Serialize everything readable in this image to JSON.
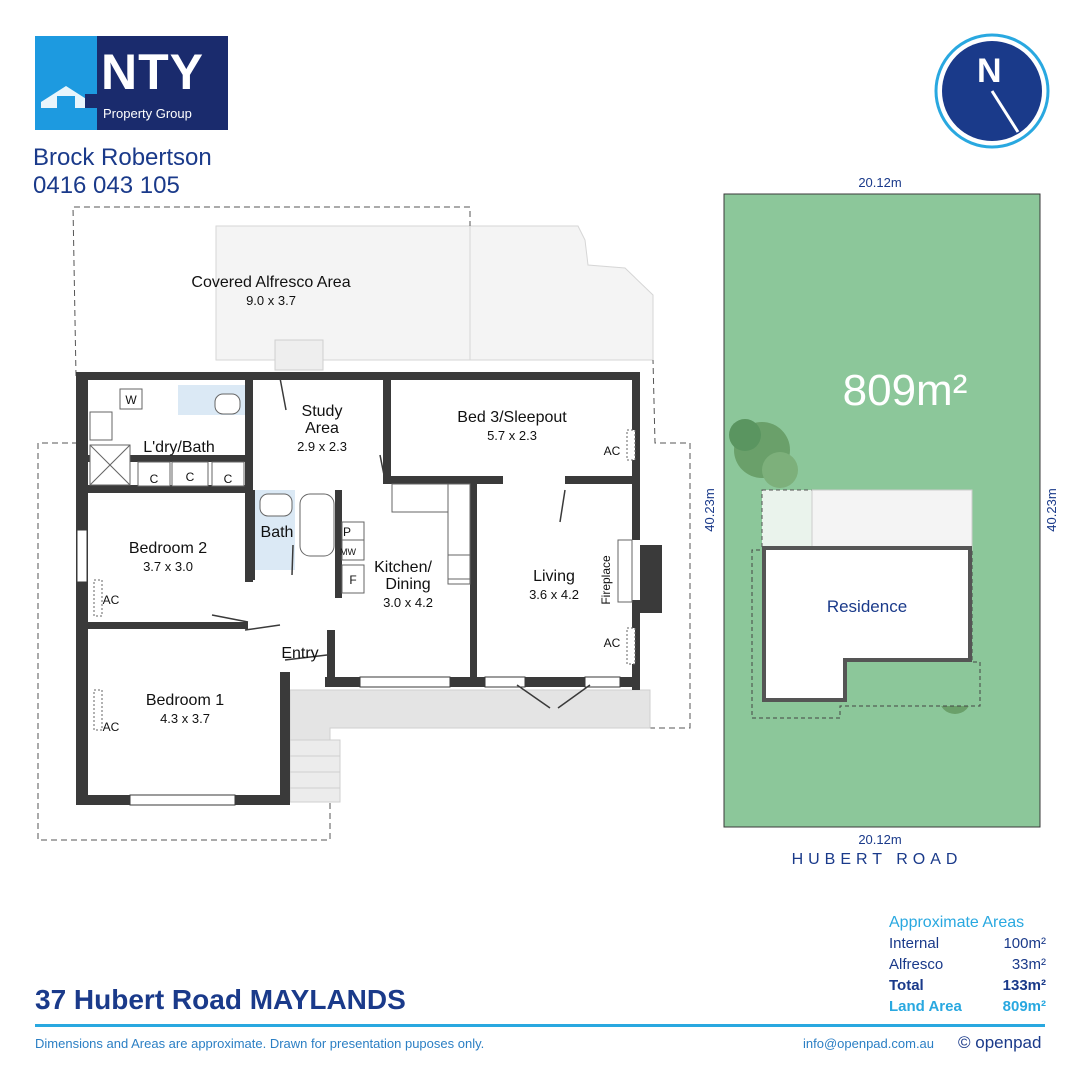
{
  "logo": {
    "brand": "NTY",
    "sub": "Property Group"
  },
  "agent": {
    "name": "Brock Robertson",
    "phone": "0416 043 105"
  },
  "compass": {
    "label": "N"
  },
  "floorplan": {
    "rooms": {
      "alfresco": {
        "name": "Covered Alfresco Area",
        "dims": "9.0 x 3.7"
      },
      "study": {
        "name1": "Study",
        "name2": "Area",
        "dims": "2.9 x 2.3"
      },
      "bed3": {
        "name": "Bed 3/Sleepout",
        "dims": "5.7 x 2.3"
      },
      "ldry": {
        "name": "L'dry/Bath"
      },
      "bath": {
        "name": "Bath"
      },
      "bed2": {
        "name": "Bedroom 2",
        "dims": "3.7 x 3.0"
      },
      "kitchen": {
        "name1": "Kitchen/",
        "name2": "Dining",
        "dims": "3.0 x 4.2"
      },
      "living": {
        "name": "Living",
        "dims": "3.6 x 4.2"
      },
      "bed1": {
        "name": "Bedroom 1",
        "dims": "4.3 x 3.7"
      },
      "entry": {
        "name": "Entry"
      }
    },
    "fixtures": {
      "w": "W",
      "c": "C",
      "p": "P",
      "mw": "MW",
      "f": "F",
      "ac": "AC",
      "fireplace": "Fireplace"
    }
  },
  "site": {
    "area": "809m²",
    "width_top": "20.12m",
    "width_bottom": "20.12m",
    "depth_left": "40.23m",
    "depth_right": "40.23m",
    "residence": "Residence",
    "street": "HUBERT ROAD"
  },
  "areas": {
    "heading": "Approximate Areas",
    "internal_label": "Internal",
    "internal_value": "100m²",
    "alfresco_label": "Alfresco",
    "alfresco_value": "33m²",
    "total_label": "Total",
    "total_value": "133m²",
    "land_label": "Land Area",
    "land_value": "809m²"
  },
  "address": "37 Hubert Road MAYLANDS",
  "footer": {
    "disclaimer": "Dimensions and Areas are approximate. Drawn for presentation puposes only.",
    "contact": "info@openpad.com.au",
    "brand": "openpad"
  },
  "colors": {
    "navy": "#1a2b6d",
    "blue": "#1a3a8a",
    "cyan": "#29a8e0",
    "lawn": "#8cc79a",
    "wall": "#3a3a3a"
  }
}
